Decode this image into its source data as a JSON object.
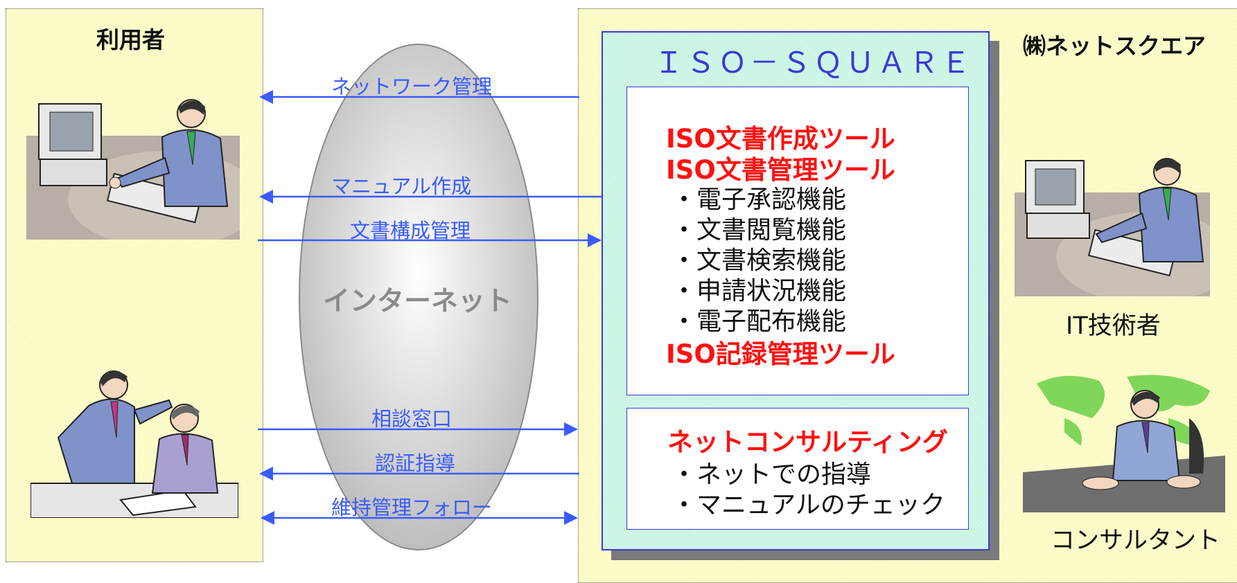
{
  "left_panel": {
    "title": "利用者"
  },
  "right_panel": {
    "title": "㈱ネットスクエア"
  },
  "internet": {
    "label": "インターネット"
  },
  "flows": [
    {
      "label": "ネットワーク管理",
      "direction": "to-user"
    },
    {
      "label": "マニュアル作成",
      "direction": "to-user"
    },
    {
      "label": "文書構成管理",
      "direction": "to-iso"
    },
    {
      "label": "相談窓口",
      "direction": "to-iso"
    },
    {
      "label": "認証指導",
      "direction": "to-user"
    },
    {
      "label": "維持管理フォロー",
      "direction": "both"
    }
  ],
  "iso_square": {
    "title": "ＩＳＯ－ＳＱＵＡＲＥ",
    "tools": {
      "doc_create": "ISO文書作成ツール",
      "doc_manage": "ISO文書管理ツール",
      "features": [
        "・電子承認機能",
        "・文書閲覧機能",
        "・文書検索機能",
        "・申請状況機能",
        "・電子配布機能"
      ],
      "record_manage": "ISO記録管理ツール"
    },
    "consulting": {
      "title": "ネットコンサルティング",
      "items": [
        "・ネットでの指導",
        "・マニュアルのチェック"
      ]
    }
  },
  "people": {
    "it_engineer": "IT技術者",
    "consultant": "コンサルタント"
  },
  "colors": {
    "flow": "#3a5bff",
    "tool_title": "#ff1010",
    "box_border": "#3a3ad6"
  }
}
